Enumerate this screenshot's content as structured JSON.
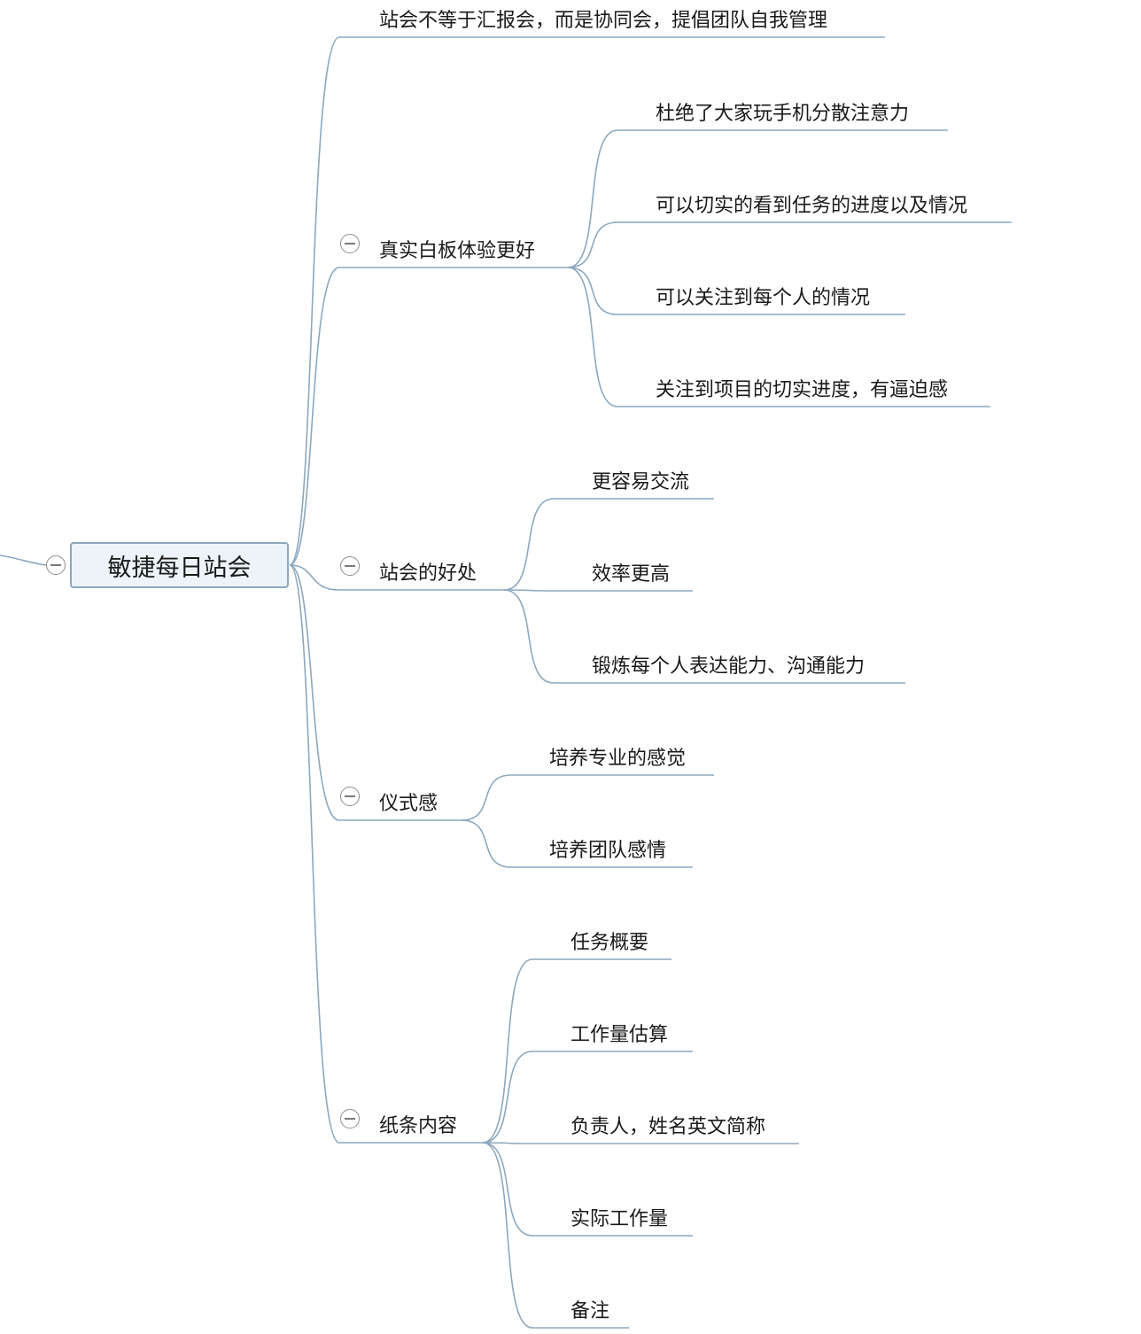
{
  "root": {
    "label": "敏捷每日站会"
  },
  "branches": [
    {
      "label": "站会不等于汇报会，而是协同会，提倡团队自我管理",
      "children": []
    },
    {
      "label": "真实白板体验更好",
      "children": [
        "杜绝了大家玩手机分散注意力",
        "可以切实的看到任务的进度以及情况",
        "可以关注到每个人的情况",
        "关注到项目的切实进度，有逼迫感"
      ]
    },
    {
      "label": "站会的好处",
      "children": [
        "更容易交流",
        "效率更高",
        "锻炼每个人表达能力、沟通能力"
      ]
    },
    {
      "label": "仪式感",
      "children": [
        "培养专业的感觉",
        "培养团队感情"
      ]
    },
    {
      "label": "纸条内容",
      "children": [
        "任务概要",
        "工作量估算",
        "负责人，姓名英文简称",
        "实际工作量",
        "备注"
      ]
    }
  ],
  "colors": {
    "line": "#8ca8be",
    "root_fill": "#edf3f8",
    "toggle": "#8e8e8e"
  },
  "icons": {
    "collapse": "collapse-toggle-icon"
  }
}
